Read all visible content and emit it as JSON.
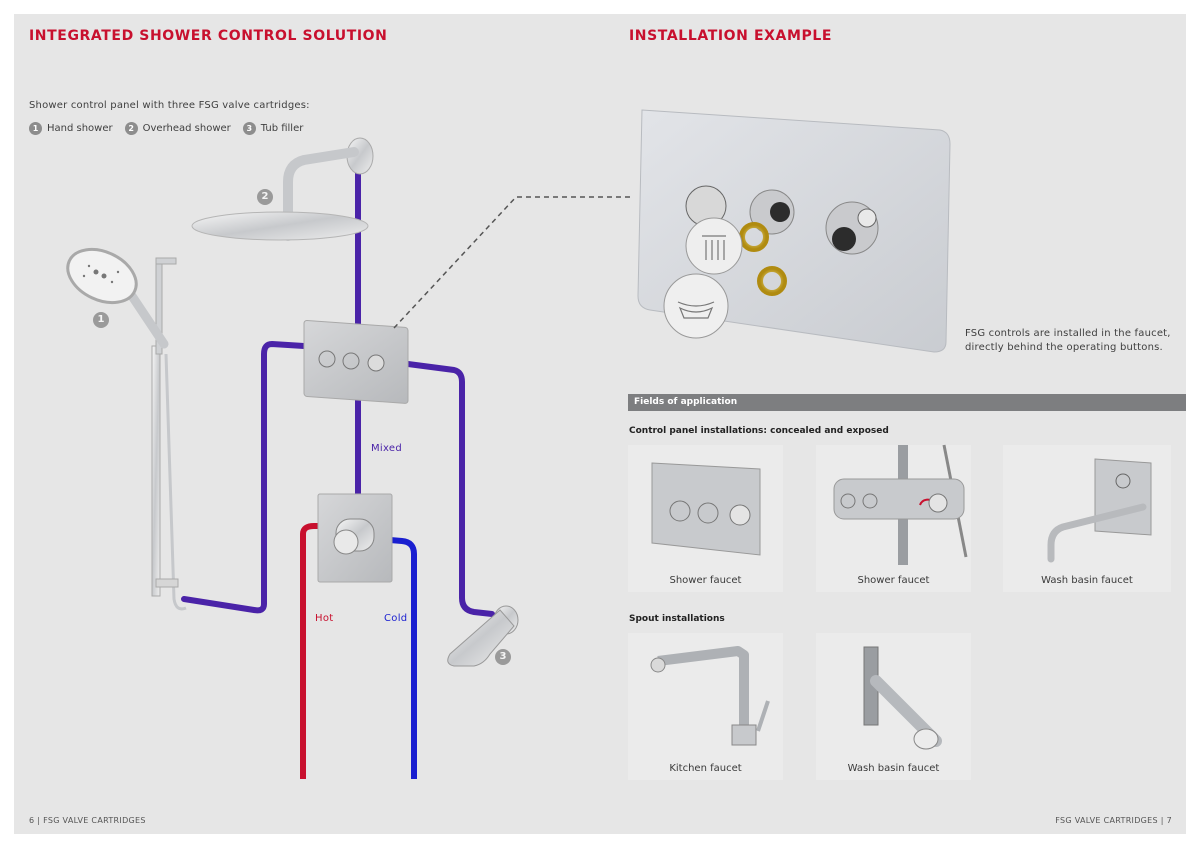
{
  "left_page": {
    "title": "INTEGRATED SHOWER CONTROL SOLUTION",
    "intro": "Shower control panel with three FSG valve cartridges:",
    "legend": [
      {
        "num": "1",
        "label": "Hand shower"
      },
      {
        "num": "2",
        "label": "Overhead shower"
      },
      {
        "num": "3",
        "label": "Tub filler"
      }
    ],
    "diagram": {
      "callouts": [
        "1",
        "2",
        "3"
      ],
      "pipe_labels": {
        "mixed": "Mixed",
        "hot": "Hot",
        "cold": "Cold"
      },
      "colors": {
        "mixed": "#4a23a8",
        "hot": "#c8102e",
        "cold": "#1a1fd0"
      }
    },
    "footer": "6 | FSG VALVE CARTRIDGES"
  },
  "right_page": {
    "title": "INSTALLATION EXAMPLE",
    "caption": [
      "FSG controls are installed in the faucet,",
      "directly behind the operating buttons."
    ],
    "section_bar": "Fields of application",
    "group1": {
      "heading": "Control panel installations: concealed and exposed",
      "items": [
        "Shower faucet",
        "Shower faucet",
        "Wash basin faucet"
      ]
    },
    "group2": {
      "heading": "Spout installations",
      "items": [
        "Kitchen faucet",
        "Wash basin faucet"
      ]
    },
    "footer": "FSG VALVE CARTRIDGES | 7"
  },
  "colors": {
    "accent": "#c8102e",
    "page_bg": "#e6e6e6",
    "bar_bg": "#7d7e80"
  }
}
